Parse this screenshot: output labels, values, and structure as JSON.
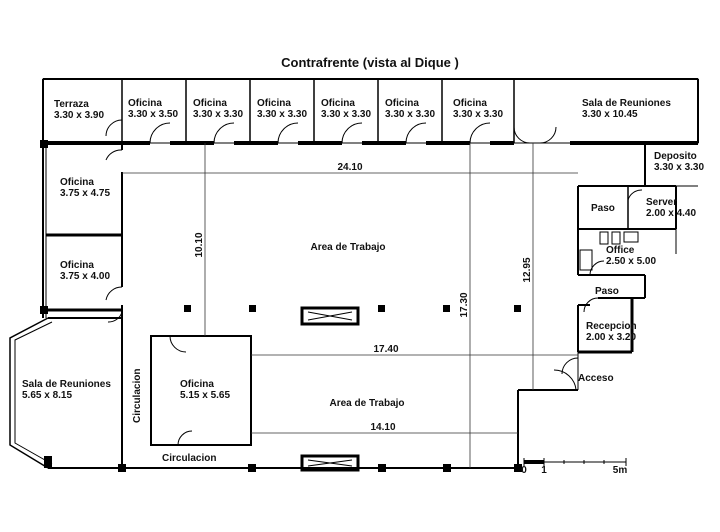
{
  "title": "Contrafrente (vista al Dique )",
  "rooms": {
    "terraza": {
      "name": "Terraza",
      "size": "3.30 x 3.90"
    },
    "oficina1": {
      "name": "Oficina",
      "size": "3.30 x 3.50"
    },
    "oficina2": {
      "name": "Oficina",
      "size": "3.30 x 3.30"
    },
    "oficina3": {
      "name": "Oficina",
      "size": "3.30 x 3.30"
    },
    "oficina4": {
      "name": "Oficina",
      "size": "3.30 x 3.30"
    },
    "oficina5": {
      "name": "Oficina",
      "size": "3.30 x 3.30"
    },
    "oficina6": {
      "name": "Oficina",
      "size": "3.30 x 3.30"
    },
    "sala_reuniones_top": {
      "name": "Sala de Reuniones",
      "size": "3.30 x 10.45"
    },
    "oficina_left1": {
      "name": "Oficina",
      "size": "3.75 x 4.75"
    },
    "oficina_left2": {
      "name": "Oficina",
      "size": "3.75 x 4.00"
    },
    "sala_reuniones_left": {
      "name": "Sala de Reuniones",
      "size": "5.65 x 8.15"
    },
    "oficina_center": {
      "name": "Oficina",
      "size": "5.15 x 5.65"
    },
    "deposito": {
      "name": "Deposito",
      "size": "3.30 x 3.30"
    },
    "server": {
      "name": "Server",
      "size": "2.00 x 4.40"
    },
    "office": {
      "name": "Office",
      "size": "2.50 x 5.00"
    },
    "recepcion": {
      "name": "Recepcion",
      "size": "2.00 x 3.20"
    }
  },
  "labels": {
    "area_trabajo_1": "Area de Trabajo",
    "area_trabajo_2": "Area de Trabajo",
    "paso_1": "Paso",
    "paso_2": "Paso",
    "acceso": "Acceso",
    "circulacion_v": "Circulacion",
    "circulacion_h": "Circulacion"
  },
  "dimensions": {
    "d1": "24.10",
    "d2": "10.10",
    "d3": "12.95",
    "d4": "17.30",
    "d5": "17.40",
    "d6": "14.10"
  },
  "scale": {
    "start": "0",
    "one": "1",
    "end": "5m"
  }
}
